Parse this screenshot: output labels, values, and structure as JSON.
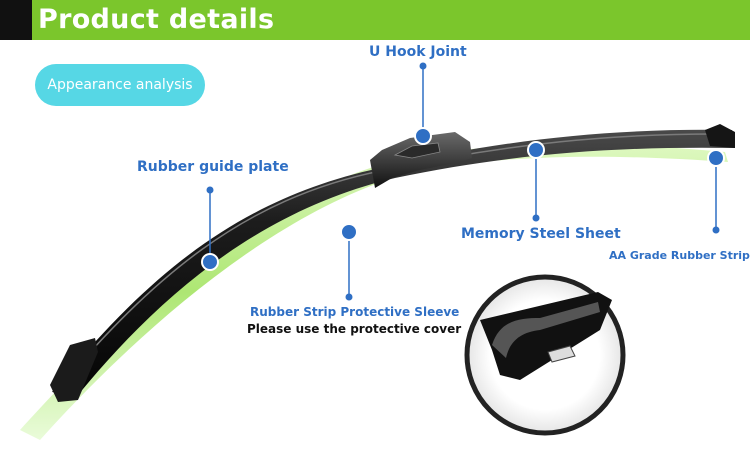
{
  "header": {
    "title": "Product details"
  },
  "badge": {
    "label": "Appearance analysis"
  },
  "callouts": {
    "u_hook": "U Hook Joint",
    "guide_plate": "Rubber guide plate",
    "memory_steel": "Memory Steel Sheet",
    "rubber_strip": "AA Grade Rubber Strip",
    "protective_sleeve": "Rubber Strip Protective Sleeve",
    "cover_note": "Please use the protective cover"
  },
  "colors": {
    "header_green": "#7bc62c",
    "badge_cyan": "#56d7e5",
    "callout_blue": "#2f6fc4",
    "blade_black": "#1a1a1a",
    "sleeve_green": "#9fe25a"
  }
}
